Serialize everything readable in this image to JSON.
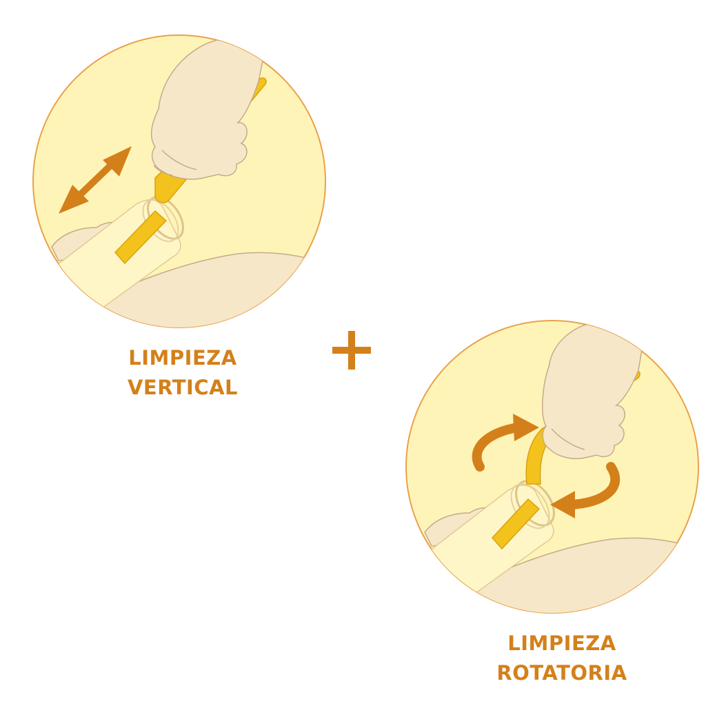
{
  "colors": {
    "accent": "#d4801a",
    "circle_fill": "#fff4b8",
    "circle_stroke": "#e9a14a",
    "skin": "#f6e7c9",
    "skin_stroke": "#c7a98a",
    "brush": "#f3c21c",
    "brush_dark": "#d9a10f",
    "bottle": "#fff6c8"
  },
  "steps": [
    {
      "caption_line1": "LIMPIEZA",
      "caption_line2": "VERTICAL",
      "motion_icon": "double-arrow-icon"
    },
    {
      "caption_line1": "LIMPIEZA",
      "caption_line2": "ROTATORIA",
      "motion_icon": "rotate-arrows-icon"
    }
  ],
  "connector_icon": "plus-icon"
}
